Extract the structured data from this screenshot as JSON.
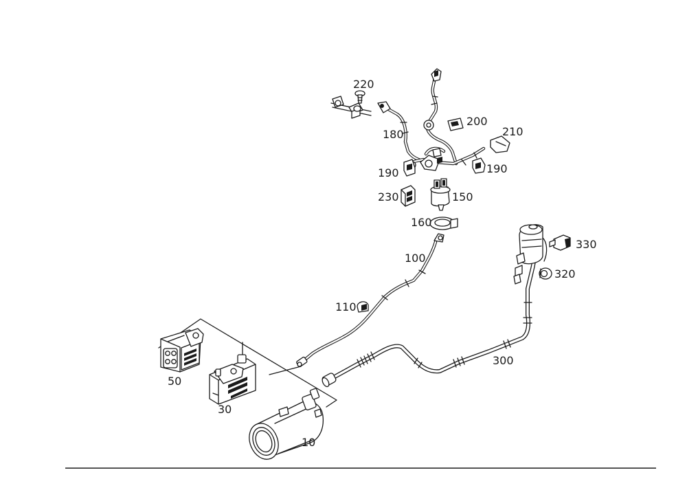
{
  "parts": [
    {
      "id": "p10",
      "label": "10"
    },
    {
      "id": "p30",
      "label": "30"
    },
    {
      "id": "p50",
      "label": "50"
    },
    {
      "id": "p100",
      "label": "100"
    },
    {
      "id": "p110",
      "label": "110"
    },
    {
      "id": "p150",
      "label": "150"
    },
    {
      "id": "p160",
      "label": "160"
    },
    {
      "id": "p180",
      "label": "180"
    },
    {
      "id": "p190a",
      "label": "190"
    },
    {
      "id": "p190b",
      "label": "190"
    },
    {
      "id": "p200",
      "label": "200"
    },
    {
      "id": "p210",
      "label": "210"
    },
    {
      "id": "p220",
      "label": "220"
    },
    {
      "id": "p230",
      "label": "230"
    },
    {
      "id": "p300",
      "label": "300"
    },
    {
      "id": "p320",
      "label": "320"
    },
    {
      "id": "p330",
      "label": "330"
    }
  ]
}
